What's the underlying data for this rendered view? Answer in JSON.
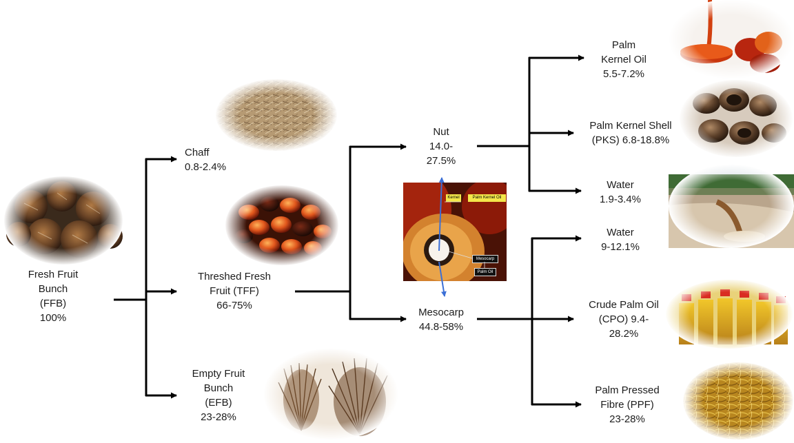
{
  "nodes": {
    "ffb": "Fresh Fruit\nBunch\n(FFB)\n100%",
    "chaff": "Chaff\n0.8-2.4%",
    "tff": "Threshed Fresh\nFruit (TFF)\n66-75%",
    "efb": "Empty Fruit\nBunch\n(EFB)\n23-28%",
    "nut": "Nut\n14.0-\n27.5%",
    "mesocarp": "Mesocarp\n44.8-58%",
    "pko": "Palm\nKernel Oil\n5.5-7.2%",
    "pks": "Palm Kernel Shell\n(PKS) 6.8-18.8%",
    "water_nut": "Water\n1.9-3.4%",
    "water_meso": "Water\n9-12.1%",
    "cpo": "Crude Palm Oil\n(CPO) 9.4-\n28.2%",
    "ppf": "Palm Pressed\nFibre (PPF)\n23-28%"
  },
  "fruit_section": {
    "kernel": "Kernel",
    "palm_kernel_oil": "Palm Kernel Oil",
    "mesocarp": "Mesocarp",
    "palm_oil": "Palm Oil"
  },
  "colors": {
    "line": "#000000",
    "photo_fade": "#ffffff",
    "section_arrow": "#3b6fd6",
    "tag_yellow": "#f3e64a"
  }
}
